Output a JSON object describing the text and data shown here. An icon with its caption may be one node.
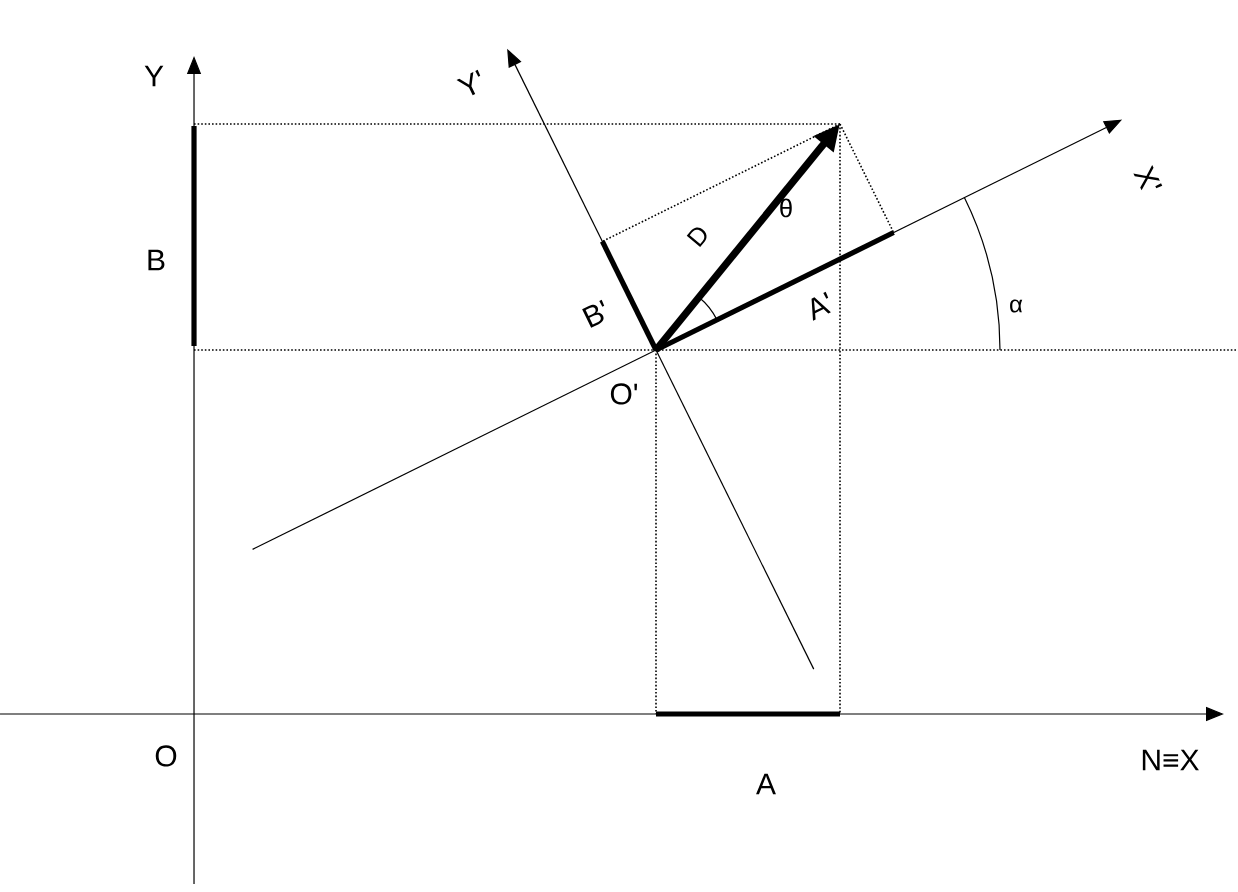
{
  "diagram": {
    "labels": [
      "Y",
      "Y'",
      "X'",
      "B",
      "D",
      "θ",
      "α",
      "B'",
      "A'",
      "O'",
      "O",
      "A",
      "N≡X"
    ]
  }
}
